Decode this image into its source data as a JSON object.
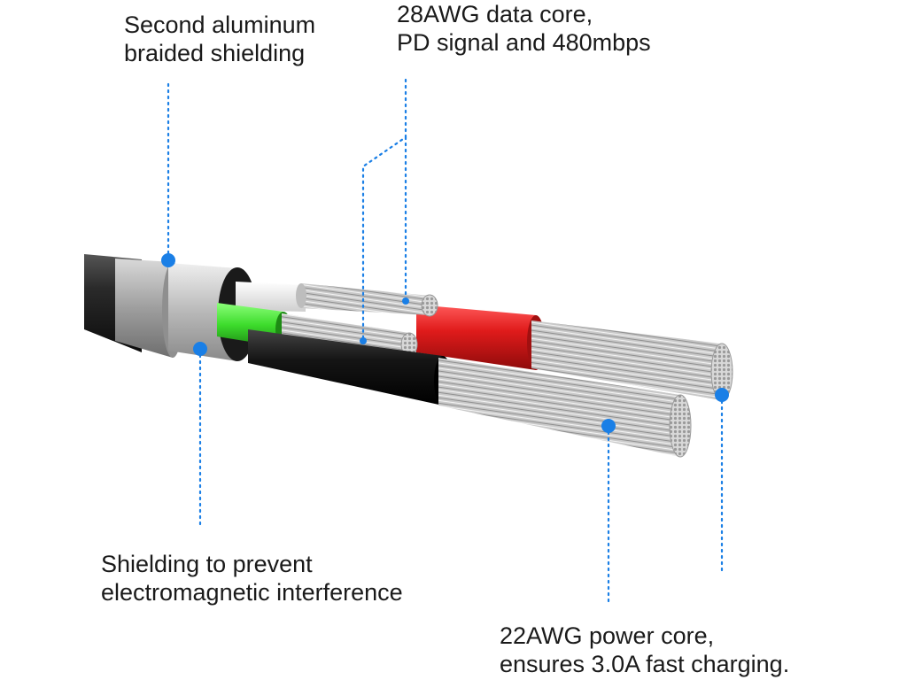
{
  "callouts": {
    "braided_shielding": {
      "line1": "Second aluminum",
      "line2": "braided shielding"
    },
    "data_core": {
      "line1": "28AWG data core,",
      "line2": "PD signal and 480mbps"
    },
    "emi_shielding": {
      "line1": "Shielding to prevent",
      "line2": "electromagnetic interference"
    },
    "power_core": {
      "line1": "22AWG power core,",
      "line2": "ensures 3.0A fast charging."
    }
  },
  "colors": {
    "callout_blue": "#1a7fe6",
    "outer_jacket": "#2a2a2a",
    "braid_silver": "#b9b9b9",
    "green_insulation": "#3ddc2c",
    "white_insulation": "#f2f2f2",
    "red_insulation": "#e01b1b",
    "black_insulation": "#111111",
    "copper_strands": "#c8c8c8"
  }
}
